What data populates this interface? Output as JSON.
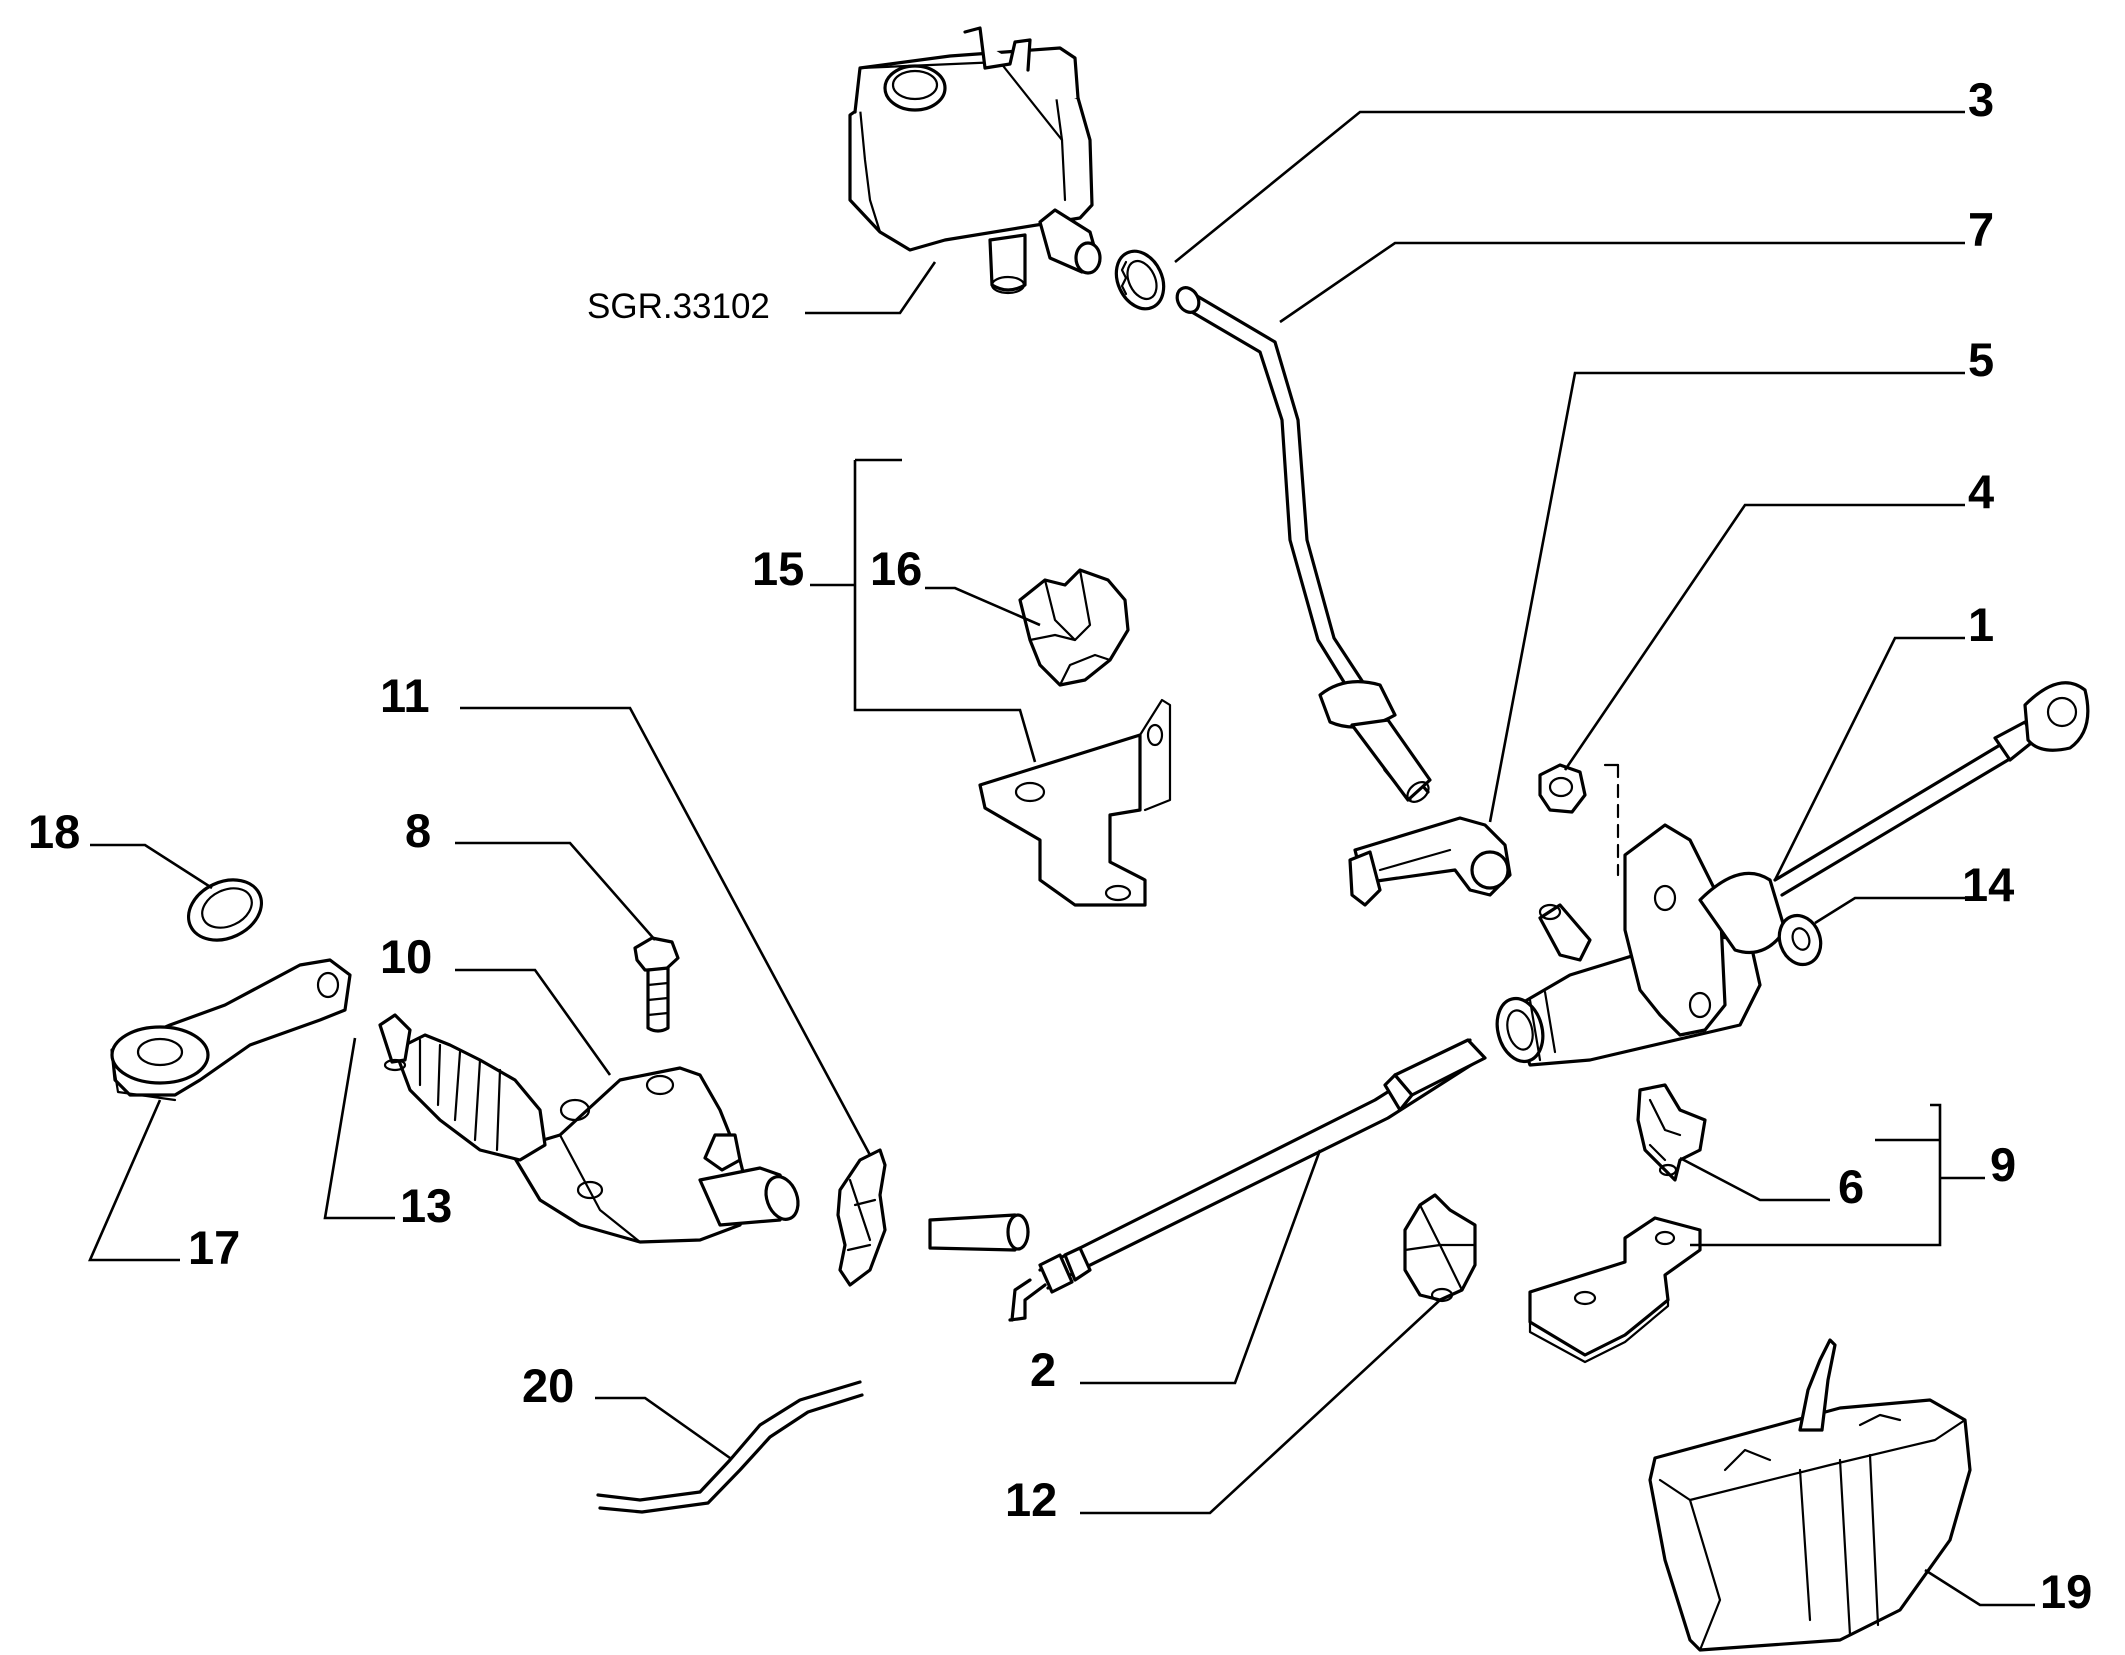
{
  "reference_code": "SGR.33102",
  "callouts": {
    "c1": "1",
    "c2": "2",
    "c3": "3",
    "c4": "4",
    "c5": "5",
    "c6": "6",
    "c7": "7",
    "c8": "8",
    "c9": "9",
    "c10": "10",
    "c11": "11",
    "c12": "12",
    "c13": "13",
    "c14": "14",
    "c15": "15",
    "c16": "16",
    "c17": "17",
    "c18": "18",
    "c19": "19",
    "c20": "20"
  }
}
